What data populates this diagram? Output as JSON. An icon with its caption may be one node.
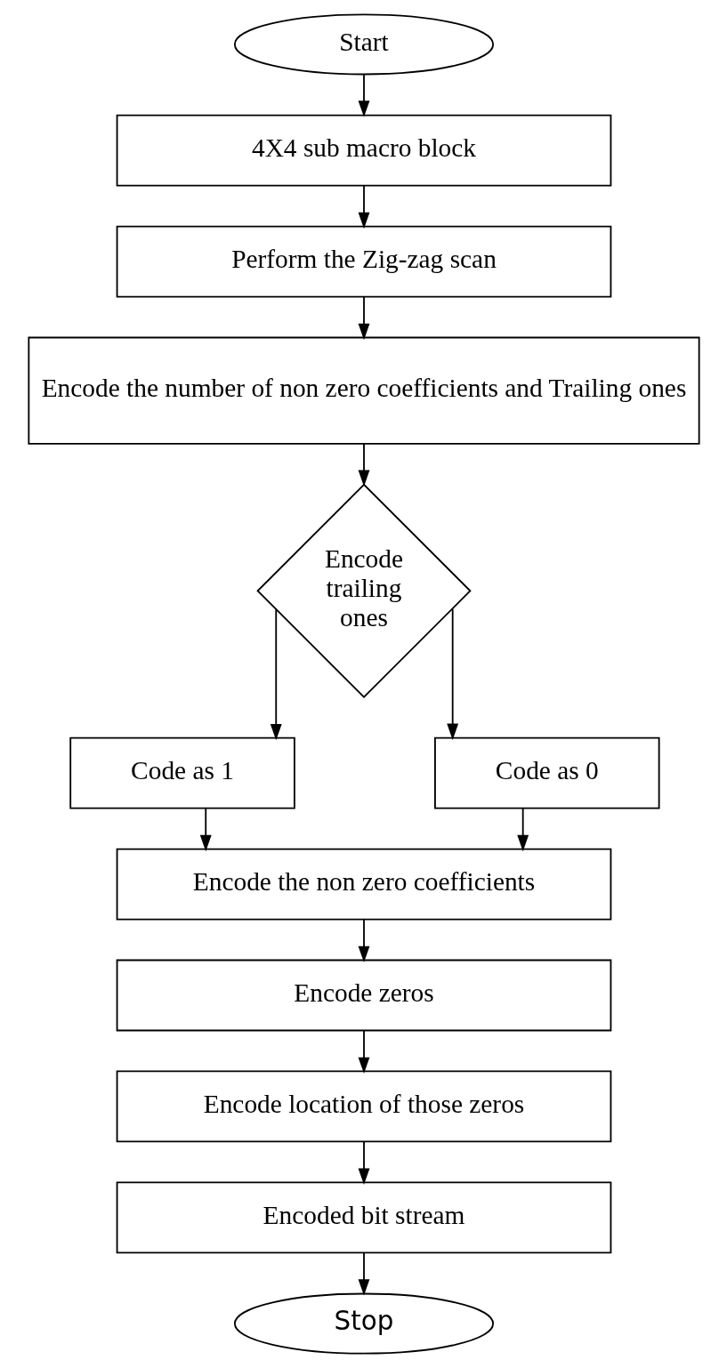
{
  "diagram": {
    "nodes": [
      {
        "text": [
          "Start"
        ]
      },
      {
        "text": [
          "4X4 sub macro block"
        ]
      },
      {
        "text": [
          "Perform the Zig-zag scan"
        ]
      },
      {
        "text": [
          "Encode the number of non zero coefficients and Trailing ones"
        ]
      },
      {
        "text": [
          "Encode trailing ones"
        ]
      },
      {
        "text": [
          "Code as 1"
        ]
      },
      {
        "text": [
          "Code as 0"
        ]
      },
      {
        "text": [
          "Encode the non zero coefficients"
        ]
      },
      {
        "text": [
          "Encode zeros"
        ]
      },
      {
        "text": [
          "Encode location of those zeros"
        ]
      },
      {
        "text": [
          "Encoded bit stream"
        ]
      },
      {
        "text": [
          "Stop"
        ]
      }
    ],
    "edges": [
      {
        "from": 0,
        "to": 1,
        "arrow": "to"
      },
      {
        "from": 1,
        "to": 2,
        "arrow": "to"
      },
      {
        "from": 2,
        "to": 3,
        "arrow": "to"
      },
      {
        "from": 3,
        "to": 4,
        "arrow": "to"
      },
      {
        "from": 4,
        "to": 5,
        "arrow": "to"
      },
      {
        "from": 4,
        "to": 6,
        "arrow": "to"
      },
      {
        "from": 5,
        "to": 7,
        "arrow": "to"
      },
      {
        "from": 6,
        "to": 7,
        "arrow": "to"
      },
      {
        "from": 7,
        "to": 8,
        "arrow": "to"
      },
      {
        "from": 8,
        "to": 9,
        "arrow": "to"
      },
      {
        "from": 9,
        "to": 10,
        "arrow": "to"
      },
      {
        "from": 10,
        "to": 11,
        "arrow": "to"
      }
    ]
  }
}
